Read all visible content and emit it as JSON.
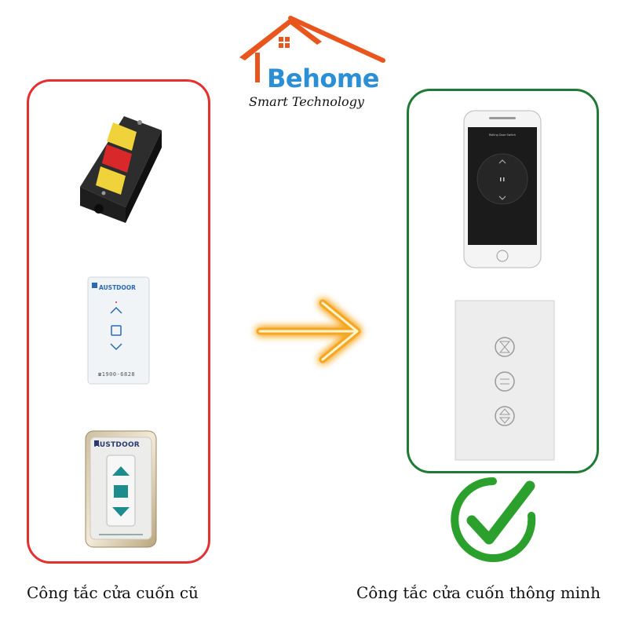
{
  "logo": {
    "name": "Behome",
    "tagline": "Smart Technology",
    "colors": {
      "roof": "#e8561e",
      "text": "#2b8fd6"
    }
  },
  "panels": {
    "old": {
      "border_color": "#e53030"
    },
    "smart": {
      "border_color": "#1f7a35"
    }
  },
  "captions": {
    "old": "Công tắc cửa cuốn cũ",
    "smart": "Công tắc cửa cuốn thông minh"
  },
  "old_devices": {
    "remote_brand": "AUSTDOOR",
    "remote_phone": "☎1900-6828",
    "wall_brand": "AUSTDOOR"
  },
  "smart_devices": {
    "app_title": "Rolling Door Switch"
  },
  "arrow": {
    "color": "#f5a623",
    "icon": "glowing-arrow-right"
  },
  "checkmark": {
    "color": "#2ca02c",
    "icon": "check-circle"
  }
}
